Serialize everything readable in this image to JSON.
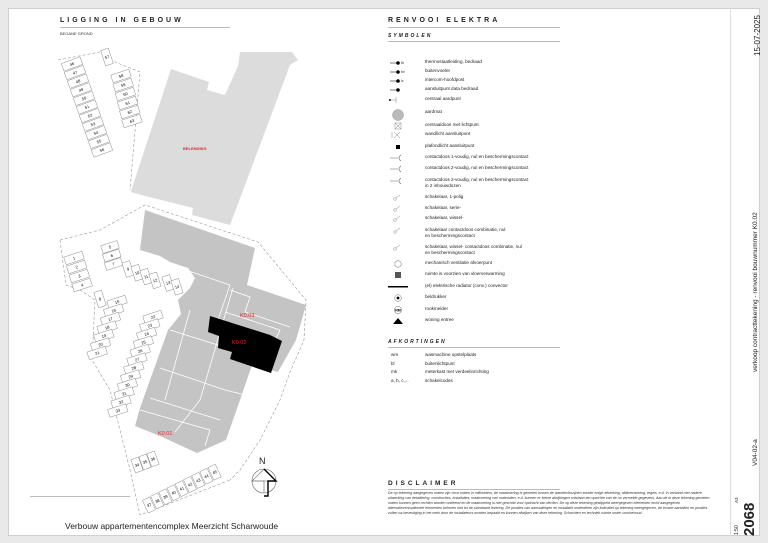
{
  "left": {
    "title": "LIGGING IN GEBOUW",
    "subtitle": "BEGANE GROND",
    "belending": "BELENDING",
    "units": [
      {
        "label": "K0.01"
      },
      {
        "label": "K0.02"
      },
      {
        "label": "K0.03"
      }
    ],
    "storage": {
      "a": [
        "46",
        "47",
        "48",
        "49",
        "50",
        "51",
        "52",
        "53",
        "54",
        "55",
        "56"
      ],
      "b": [
        "58",
        "59",
        "60",
        "61",
        "62",
        "63"
      ],
      "c": [
        "57"
      ],
      "d": [
        "1",
        "2",
        "3",
        "4"
      ],
      "e": [
        "5",
        "6",
        "7"
      ],
      "f": [
        "8"
      ],
      "g": [
        "9",
        "10",
        "11",
        "12"
      ],
      "h": [
        "13",
        "14"
      ],
      "i": [
        "15",
        "16",
        "17",
        "18",
        "19",
        "20",
        "21"
      ],
      "j": [
        "22",
        "23",
        "24",
        "25",
        "26",
        "27",
        "28",
        "29",
        "30",
        "31",
        "32",
        "33"
      ],
      "k": [
        "34",
        "35",
        "36"
      ],
      "l": [
        "37",
        "38",
        "39",
        "40",
        "41",
        "42",
        "43",
        "44",
        "45"
      ]
    },
    "north": "N",
    "project_title": "Verbouw appartementencomplex Meerzicht Scharwoude"
  },
  "right": {
    "title": "RENVOOI ELEKTRA",
    "symbols_title": "SYMBOLEN",
    "symbols": [
      {
        "icon": "thermostat-icon",
        "code": "th",
        "label": "thermostaatleiding, bedraad"
      },
      {
        "icon": "doorbell-button-icon",
        "code": "bv",
        "label": "buitenvoeler"
      },
      {
        "icon": "intercom-icon",
        "code": "ic",
        "label": "intercom-hoofdpost"
      },
      {
        "icon": "data-outlet-icon",
        "code": "",
        "label": "aansluitpunt data bedraad"
      },
      {
        "icon": "ground-point-icon",
        "code": "",
        "label": "centraal aardpunt"
      },
      {
        "icon": "ground-mat-icon",
        "code": "",
        "label": "aardmat"
      },
      {
        "icon": "junction-box-light-icon",
        "code": "",
        "label": "centraaldoos met lichtpunt"
      },
      {
        "icon": "wall-light-icon",
        "code": "",
        "label": "wandlicht aansluitpunt"
      },
      {
        "icon": "ceiling-light-icon",
        "code": "",
        "label": "plafondlicht aansluitpunt"
      },
      {
        "icon": "socket-single-icon",
        "code": "",
        "label": "contactdoos 1-voudig, nul en beschermingscontact"
      },
      {
        "icon": "socket-double-icon",
        "code": "",
        "label": "contactdoos 2-voudig, nul en beschermingscontact"
      },
      {
        "icon": "socket-double-split-icon",
        "code": "",
        "label": "contactdoos 2-voudig, nul en beschermingscontact\nin 2 inbouwdozen"
      },
      {
        "icon": "switch-single-icon",
        "code": "",
        "label": "schakelaar, 1-polig"
      },
      {
        "icon": "switch-series-icon",
        "code": "",
        "label": "schakelaar, serie-"
      },
      {
        "icon": "switch-twoway-icon",
        "code": "",
        "label": "schakelaar, wissel-"
      },
      {
        "icon": "switch-socket-combo-icon",
        "code": "",
        "label": "schakelaar contactdoos combinatie, nul\nen beschermingscontact"
      },
      {
        "icon": "twoway-switch-socket-combo-icon",
        "code": "",
        "label": "schakelaar, wissel- contactdoos combinatie, nul\nen beschermingscontact"
      },
      {
        "icon": "ventilation-point-icon",
        "code": "",
        "label": "mechanisch ventilatie afvoerpunt"
      },
      {
        "icon": "floor-heating-icon",
        "code": "",
        "label": "ruimte is voorzien van vloerverwarming"
      },
      {
        "icon": "radiator-icon",
        "code": "",
        "label": "(el) elektrische radiator (conv.) convector"
      },
      {
        "icon": "bell-push-icon",
        "code": "",
        "label": "beldrukker"
      },
      {
        "icon": "smoke-detector-icon",
        "code": "RM",
        "label": "rookmelder"
      },
      {
        "icon": "entrance-icon",
        "code": "",
        "label": "woning entree"
      }
    ],
    "abbr_title": "AFKORTINGEN",
    "abbreviations": [
      {
        "code": "wm",
        "label": "wasmachine opstelplaats"
      },
      {
        "code": "bl",
        "label": "buitenlichtpunt"
      },
      {
        "code": "mk",
        "label": "meterkast met verdeelinrichting"
      },
      {
        "code": "a, b, c,...",
        "label": "schakelcodes"
      }
    ],
    "disclaimer_title": "DISCLAIMER",
    "disclaimer": "De op tekening aangegeven maten zijn circa maten in millimeters, de maatvoering is gemeten tussen de wanden/kozijnen zonder enige afwerking, afdimensiering, tegels, e.d. In verband met nadere uitwerking van detaillering, constructies, installaties, maatvoering van materialen, e.d. kunnen er kleine afwijkingen ontstaan ten opzichte van de nu vermelde gegevens. Aan de in deze tekening gemeten maten kunnen geen rechten worden ontleend en de maatvoering is niet geschikt voor opdracht van derden. De op deze tekening gestippeld weergegeven elementen en/of aangegeven alternatieven/optionele elementen behoren niet tot de standaard levering. De posities van aansluitingen en installatie onderdelen zijn indicatief op tekening weergegeven, de exacte aantallen en posities zullen na bevestiging in het werk door de installateurs worden bepaald en kunnen afwijken van deze tekening. Schachten en techniek ruimte onder voorbehoud."
  },
  "sidebar": {
    "date": "15-07-2025",
    "description": "verkoop contracttekening - renvooi bouwnummer K0.02",
    "code": "V04-02-a",
    "paper": "A3",
    "scale": "1:50",
    "number": "2068"
  },
  "colors": {
    "accent": "#e8242b",
    "building": "#c4c4c4",
    "neighbour": "#dcdcdc",
    "selected": "#000000"
  }
}
